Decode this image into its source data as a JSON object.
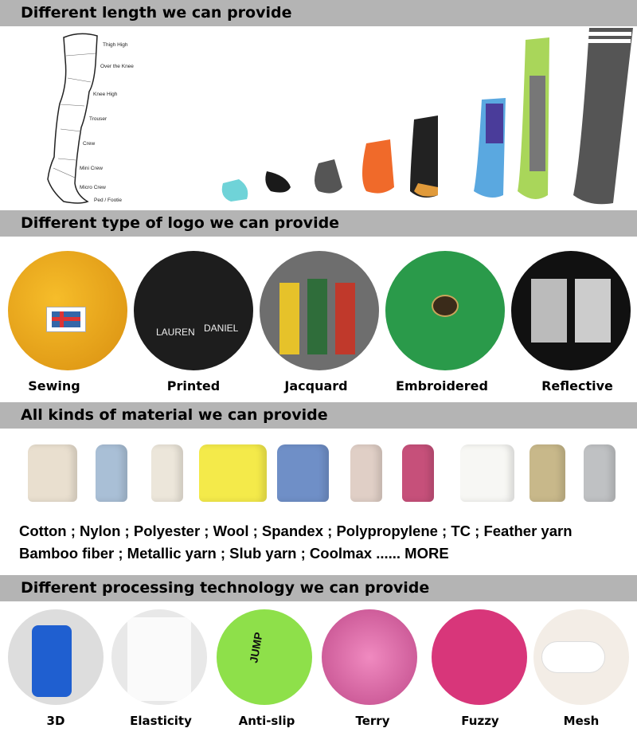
{
  "sections": {
    "length": {
      "title": "Different length we can provide",
      "labels": [
        "Thigh High",
        "Over the Knee",
        "Knee High",
        "Trouser",
        "Crew",
        "Mini Crew",
        "Micro Crew",
        "Ped / Footie"
      ]
    },
    "logo": {
      "title": "Different type of logo we can provide",
      "items": [
        {
          "label": "Sewing"
        },
        {
          "label": "Printed",
          "names": [
            "LAUREN",
            "DANIEL"
          ]
        },
        {
          "label": "Jacquard"
        },
        {
          "label": "Embroidered"
        },
        {
          "label": "Reflective"
        }
      ]
    },
    "material": {
      "title": "All kinds of material we can provide",
      "line1": "Cotton ; Nylon ; Polyester ; Wool ; Spandex ; Polypropylene ; TC ; Feather yarn",
      "line2": "Bamboo fiber ; Metallic yarn ; Slub yarn ; Coolmax ...... MORE",
      "yarn_colors": [
        "#e9dfcf",
        "#a9bfd6",
        "#ece6da",
        "#f4ea4a",
        "#6f8fc7",
        "#e0cfc6",
        "#c6507a",
        "#f7f7f4",
        "#c8b88a",
        "#bfc1c3"
      ]
    },
    "processing": {
      "title": "Different processing technology we can provide",
      "items": [
        {
          "label": "3D"
        },
        {
          "label": "Elasticity"
        },
        {
          "label": "Anti-slip",
          "text": "JUMP"
        },
        {
          "label": "Terry"
        },
        {
          "label": "Fuzzy"
        },
        {
          "label": "Mesh"
        }
      ]
    }
  }
}
